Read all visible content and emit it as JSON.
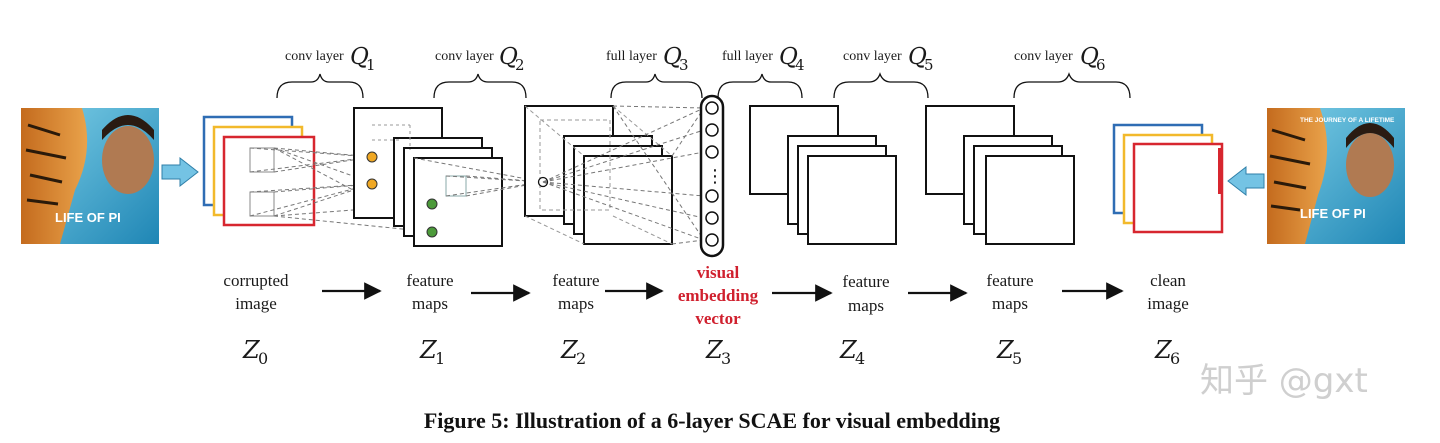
{
  "layers": [
    {
      "prefix": "conv layer",
      "symbol": "Q",
      "sub": "1"
    },
    {
      "prefix": "conv layer",
      "symbol": "Q",
      "sub": "2"
    },
    {
      "prefix": "full layer",
      "symbol": "Q",
      "sub": "3"
    },
    {
      "prefix": "full layer",
      "symbol": "Q",
      "sub": "4"
    },
    {
      "prefix": "conv layer",
      "symbol": "Q",
      "sub": "5"
    },
    {
      "prefix": "conv layer",
      "symbol": "Q",
      "sub": "6"
    }
  ],
  "stages": [
    {
      "line1": "corrupted",
      "line2": "image",
      "z": "Z",
      "zsub": "0"
    },
    {
      "line1": "feature",
      "line2": "maps",
      "z": "Z",
      "zsub": "1"
    },
    {
      "line1": "feature",
      "line2": "maps",
      "z": "Z",
      "zsub": "2"
    },
    {
      "line1": "visual",
      "line2": "embedding",
      "line3": "vector",
      "z": "Z",
      "zsub": "3"
    },
    {
      "line1": "feature",
      "line2": "maps",
      "z": "Z",
      "zsub": "4"
    },
    {
      "line1": "feature",
      "line2": "maps",
      "z": "Z",
      "zsub": "5"
    },
    {
      "line1": "clean",
      "line2": "image",
      "z": "Z",
      "zsub": "6"
    }
  ],
  "vector_ellipsis": "⋮",
  "poster": {
    "title": "LIFE OF PI",
    "tagline": "THE JOURNEY OF A LIFETIME"
  },
  "caption": "Figure 5: Illustration of a 6-layer SCAE for visual embedding",
  "watermark": "知乎 @gxt",
  "colors": {
    "blue": "#2f6db4",
    "yellow": "#f2b92b",
    "red": "#d7262f",
    "orange_dot": "#f0a824",
    "green_dot": "#4c9a3a",
    "arrow_cyan": "#74c3e4",
    "highlight_red": "#d0202e"
  }
}
